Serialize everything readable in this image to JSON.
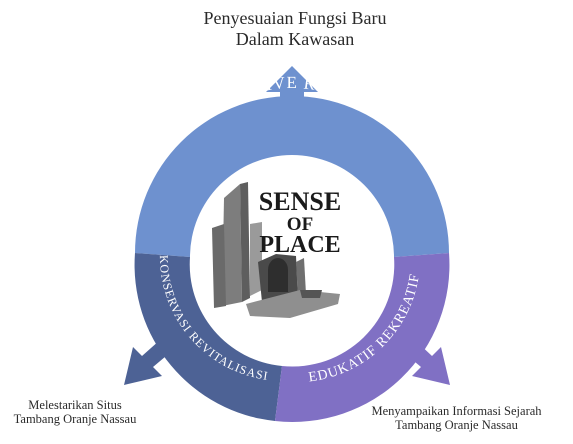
{
  "top_caption": {
    "line1": "Penyesuaian Fungsi Baru",
    "line2": "Dalam Kawasan"
  },
  "bottom_left_caption": {
    "line1": "Melestarikan Situs",
    "line2": "Tambang Oranje Nassau"
  },
  "bottom_right_caption": {
    "line1": "Menyampaikan Informasi Sejarah",
    "line2": "Tambang Oranje Nassau"
  },
  "ring": {
    "top_label": "ADAPTIVE RE - USE",
    "left_label": "KONSERVASI REVITALISASI",
    "right_label": "EDUKATIF REKREATIF"
  },
  "center": {
    "line1": "SENSE",
    "line2": "OF",
    "line3": "PLACE"
  },
  "colors": {
    "top_segment": "#6e91cf",
    "left_segment": "#4d6295",
    "right_segment": "#8070c4",
    "ruin_gray": "#8a8a8a"
  }
}
